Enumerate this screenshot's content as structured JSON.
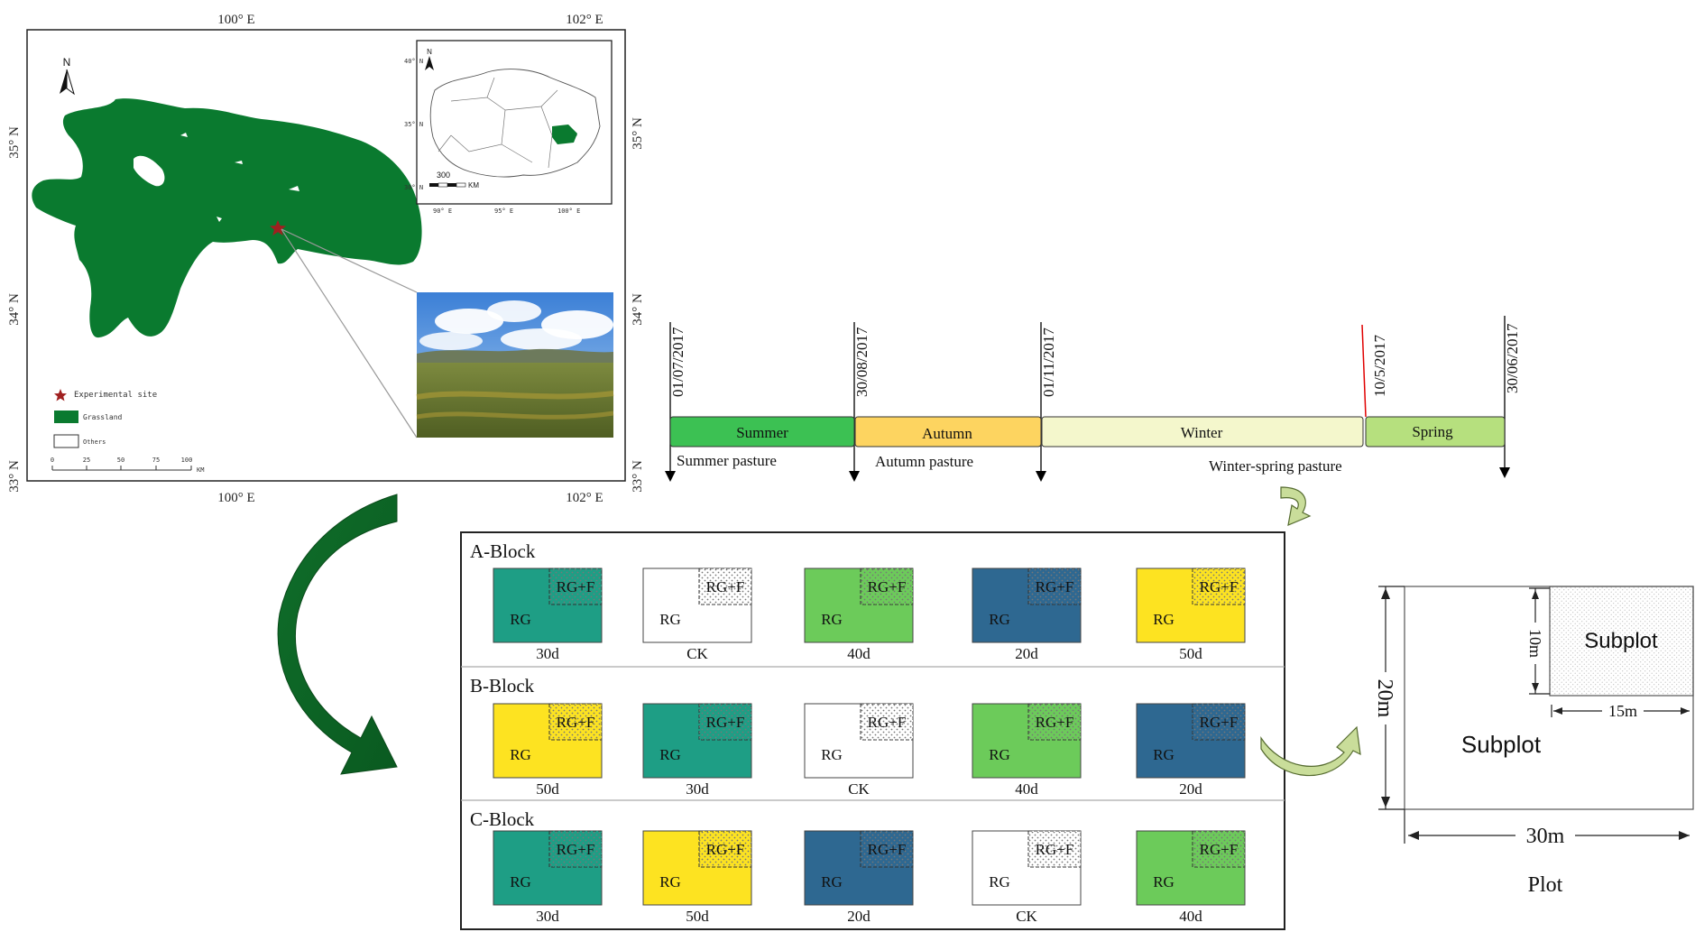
{
  "map": {
    "lon_labels": [
      "100° E",
      "102° E"
    ],
    "lat_labels": [
      "35° N",
      "34° N",
      "33° N"
    ],
    "north": "N",
    "inset": {
      "lat_labels": [
        "40° N",
        "35° N",
        "30° N"
      ],
      "lon_labels": [
        "90° E",
        "95° E",
        "100° E"
      ],
      "north": "N",
      "scale_value": "300",
      "scale_unit": "KM"
    },
    "legend": {
      "site": "Experimental site",
      "grassland": "Grassland",
      "others": "Others"
    },
    "scalebar": [
      "0",
      "25",
      "50",
      "75",
      "100"
    ],
    "scalebar_unit": "KM",
    "colors": {
      "grassland": "#0a7a2f"
    }
  },
  "timeline": {
    "dates": [
      "01/07/2017",
      "30/08/2017",
      "01/11/2017",
      "10/5/2017",
      "30/06/2017"
    ],
    "seasons": [
      {
        "label": "Summer",
        "color": "#3cc153"
      },
      {
        "label": "Autumn",
        "color": "#fdd460"
      },
      {
        "label": "Winter",
        "color": "#f4f7cc"
      },
      {
        "label": "Spring",
        "color": "#b6e07e"
      }
    ],
    "pastures": [
      "Summer pasture",
      "Autumn pasture",
      "Winter-spring pasture"
    ]
  },
  "treatment_colors": {
    "30d": "#1e9e85",
    "CK": "#ffffff",
    "40d": "#6ccb5a",
    "20d": "#2e6891",
    "50d": "#fde321"
  },
  "plot_labels": {
    "rg": "RG",
    "rgf": "RG+F"
  },
  "blocks": [
    {
      "name": "A-Block",
      "plots": [
        "30d",
        "CK",
        "40d",
        "20d",
        "50d"
      ]
    },
    {
      "name": "B-Block",
      "plots": [
        "50d",
        "30d",
        "CK",
        "40d",
        "20d"
      ]
    },
    {
      "name": "C-Block",
      "plots": [
        "30d",
        "50d",
        "20d",
        "CK",
        "40d"
      ]
    }
  ],
  "layout": {
    "subplot_top": "Subplot",
    "subplot_main": "Subplot",
    "plot": "Plot",
    "dim_20m": "20m",
    "dim_10m": "10m",
    "dim_15m": "15m",
    "dim_30m": "30m"
  }
}
